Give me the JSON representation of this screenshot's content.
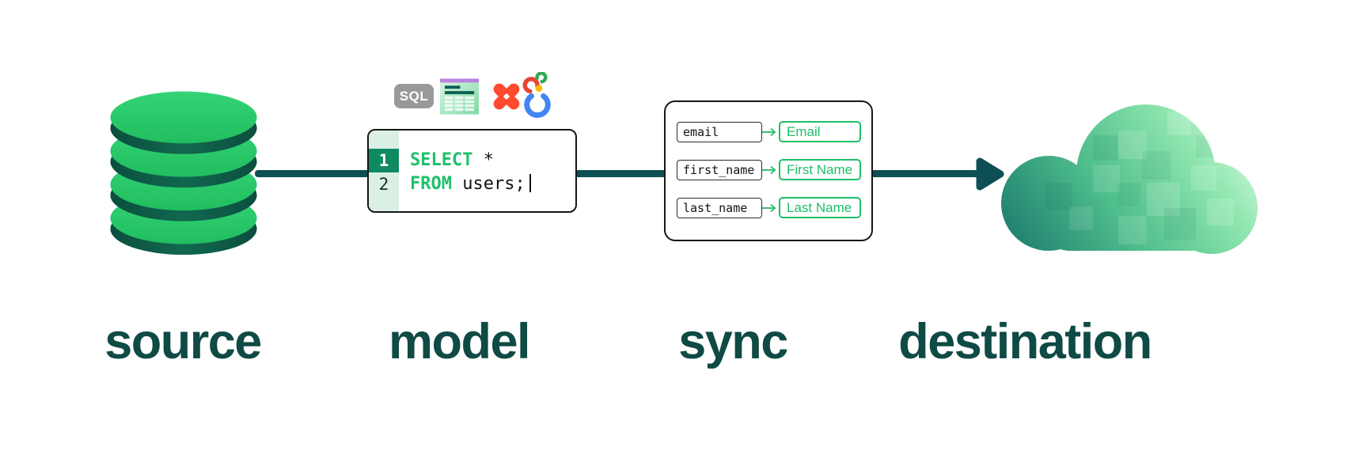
{
  "stages": {
    "source": {
      "label": "source"
    },
    "model": {
      "label": "model",
      "badge": {
        "text": "SQL"
      },
      "icons": [
        "sql-badge",
        "spreadsheet-icon",
        "dbt-icon",
        "looker-icon"
      ],
      "code": {
        "lines": [
          {
            "number": "1",
            "keyword": "SELECT",
            "rest": " *"
          },
          {
            "number": "2",
            "keyword": "FROM",
            "rest": " users;"
          }
        ]
      }
    },
    "sync": {
      "label": "sync",
      "mappings": [
        {
          "source": "email",
          "destination": "Email"
        },
        {
          "source": "first_name",
          "destination": "First Name"
        },
        {
          "source": "last_name",
          "destination": "Last Name"
        }
      ]
    },
    "destination": {
      "label": "destination"
    }
  },
  "colors": {
    "db_green": "#2BCB6C",
    "db_side": "#0E5C4A",
    "pipe_teal": "#0E4F54",
    "label_teal": "#0F4A45",
    "code_keyword_green": "#1FC06A",
    "gutter_bg": "#DCEFE4",
    "active_line_bg": "#0E8A62",
    "sync_green": "#1EBE67",
    "badge_gray": "#98999B",
    "sheet_purple": "#B983E3",
    "dbt_orange": "#FF4A2E",
    "looker_blue": "#4285F4",
    "looker_red": "#EA4335",
    "looker_green": "#34A853",
    "looker_yellow": "#FBBC05",
    "cloud_dark": "#1E7E6F",
    "cloud_light": "#EFFFF2"
  }
}
